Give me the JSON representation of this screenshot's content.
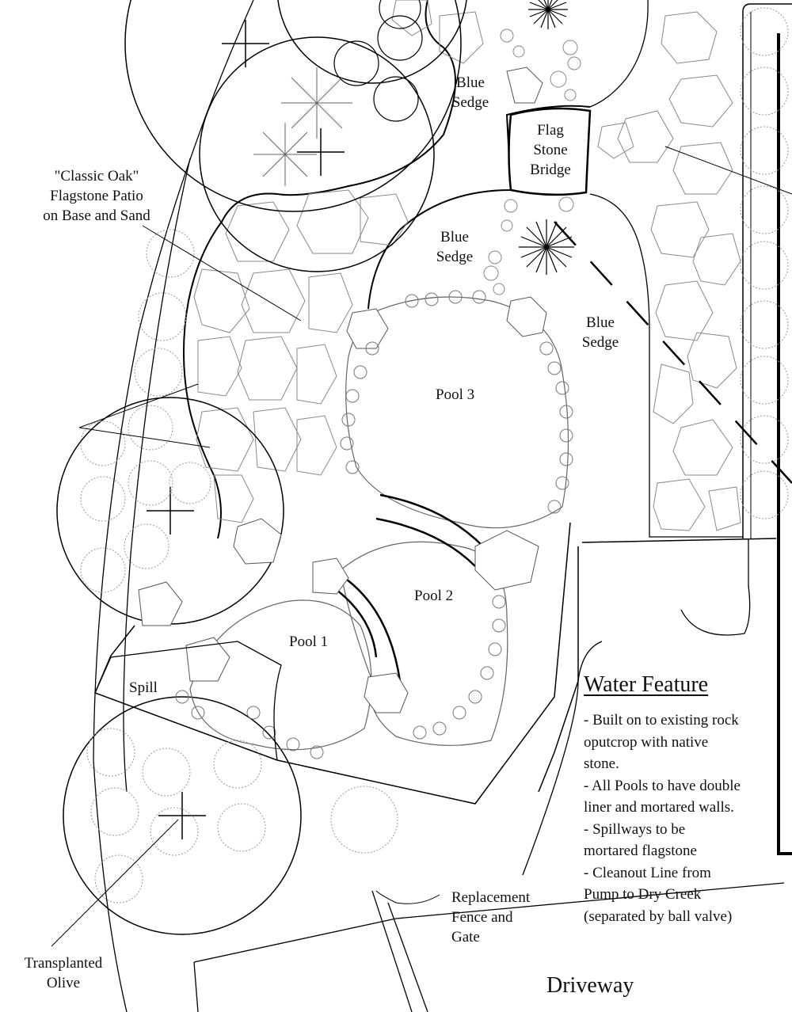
{
  "labels": {
    "blue_sedge_top": [
      "Blue",
      "Sedge"
    ],
    "blue_sedge_mid": [
      "Blue",
      "Sedge"
    ],
    "blue_sedge_right": [
      "Blue",
      "Sedge"
    ],
    "bridge": [
      "Flag",
      "Stone",
      "Bridge"
    ],
    "patio": [
      "\"Classic Oak\"",
      "Flagstone Patio",
      "on Base and Sand"
    ],
    "pool3": "Pool 3",
    "pool2": "Pool 2",
    "pool1": "Pool 1",
    "spill": "Spill",
    "olive": [
      "Transplanted",
      "Olive"
    ],
    "fence": [
      "Replacement",
      "Fence and",
      "Gate"
    ],
    "driveway": "Driveway"
  },
  "water_feature": {
    "title": "Water Feature",
    "notes": [
      "- Built on to existing rock",
      "oputcrop with native",
      "stone.",
      "- All Pools to have double",
      "liner and mortared walls.",
      "- Spillways to be",
      "mortared flagstone",
      "- Cleanout Line from",
      "Pump to Dry Creek",
      "(separated by ball valve)"
    ]
  }
}
